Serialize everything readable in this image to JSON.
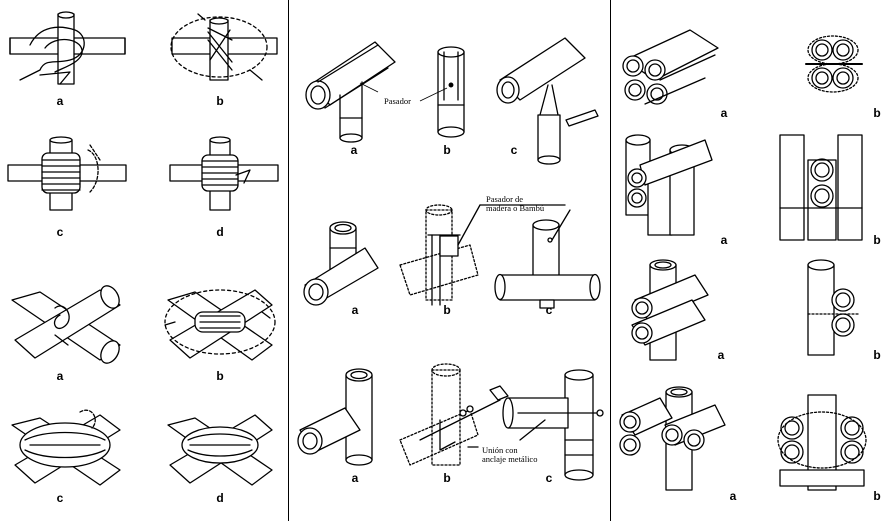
{
  "labels": {
    "left": [
      "a",
      "b",
      "c",
      "d",
      "a",
      "b",
      "c",
      "d"
    ],
    "middle": [
      "a",
      "b",
      "c",
      "a",
      "b",
      "c",
      "a",
      "b",
      "c"
    ],
    "right": [
      "a",
      "b",
      "a",
      "b",
      "a",
      "b",
      "a",
      "b"
    ]
  },
  "annotations": {
    "pasador": "Pasador",
    "pasador_madera_line1": "Pasador de",
    "pasador_madera_line2": "madera o Bambú",
    "union_line1": "Unión con",
    "union_line2": "anclaje metálico"
  }
}
